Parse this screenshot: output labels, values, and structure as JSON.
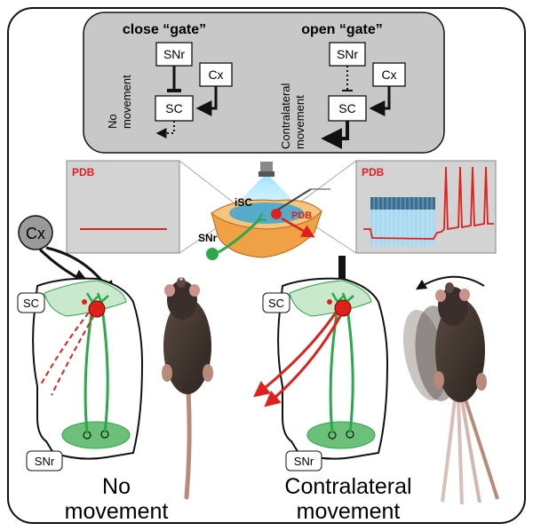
{
  "gate_panel": {
    "close_gate": {
      "title": "close “gate”",
      "snr": "SNr",
      "cx": "Cx",
      "sc": "SC",
      "side_line1": "No",
      "side_line2": "movement"
    },
    "open_gate": {
      "title": "open “gate”",
      "snr": "SNr",
      "cx": "Cx",
      "sc": "SC",
      "side_line1": "Contralateral",
      "side_line2": "movement"
    }
  },
  "recording": {
    "left_label": "PDB",
    "right_label": "PDB",
    "slice_isc": "iSC",
    "slice_pdb": "PDB",
    "slice_snr": "SNr"
  },
  "left_brain": {
    "cx": "Cx",
    "sc": "SC",
    "snr": "SNr",
    "caption_line1": "No",
    "caption_line2": "movement"
  },
  "right_brain": {
    "sc": "SC",
    "snr": "SNr",
    "caption_line1": "Contralateral",
    "caption_line2": "movement"
  },
  "colors": {
    "green": "#2aa84a",
    "light_green": "#c9e8cc",
    "red": "#e0201c",
    "blue_light": "#8fd6f0",
    "panel_gray": "#c8c8c8",
    "inset_gray": "#d3d3d3"
  }
}
